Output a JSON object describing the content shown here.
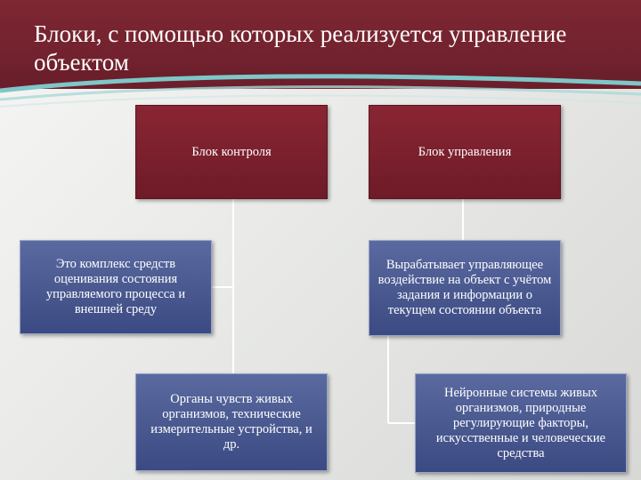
{
  "slide": {
    "title": "Блоки, с помощью которых реализуется управление объектом"
  },
  "diagram": {
    "control_block": {
      "label": "Блок контроля",
      "description": "Это комплекс средств оценивания состояния управляемого процесса и внешней среду",
      "examples": "Органы чувств живых организмов, технические измерительные устройства, и др."
    },
    "management_block": {
      "label": "Блок управления",
      "description": "Вырабатывает управляющее воздействие на объект с учётом задания и информации о текущем состоянии объекта",
      "examples": "Нейронные системы живых организмов, природные регулирующие факторы, искусственные и человеческие средства"
    }
  },
  "colors": {
    "header": "#7e2733",
    "red_box": "#7a2030",
    "blue_box": "#4a5a92",
    "connector": "#ffffff"
  }
}
